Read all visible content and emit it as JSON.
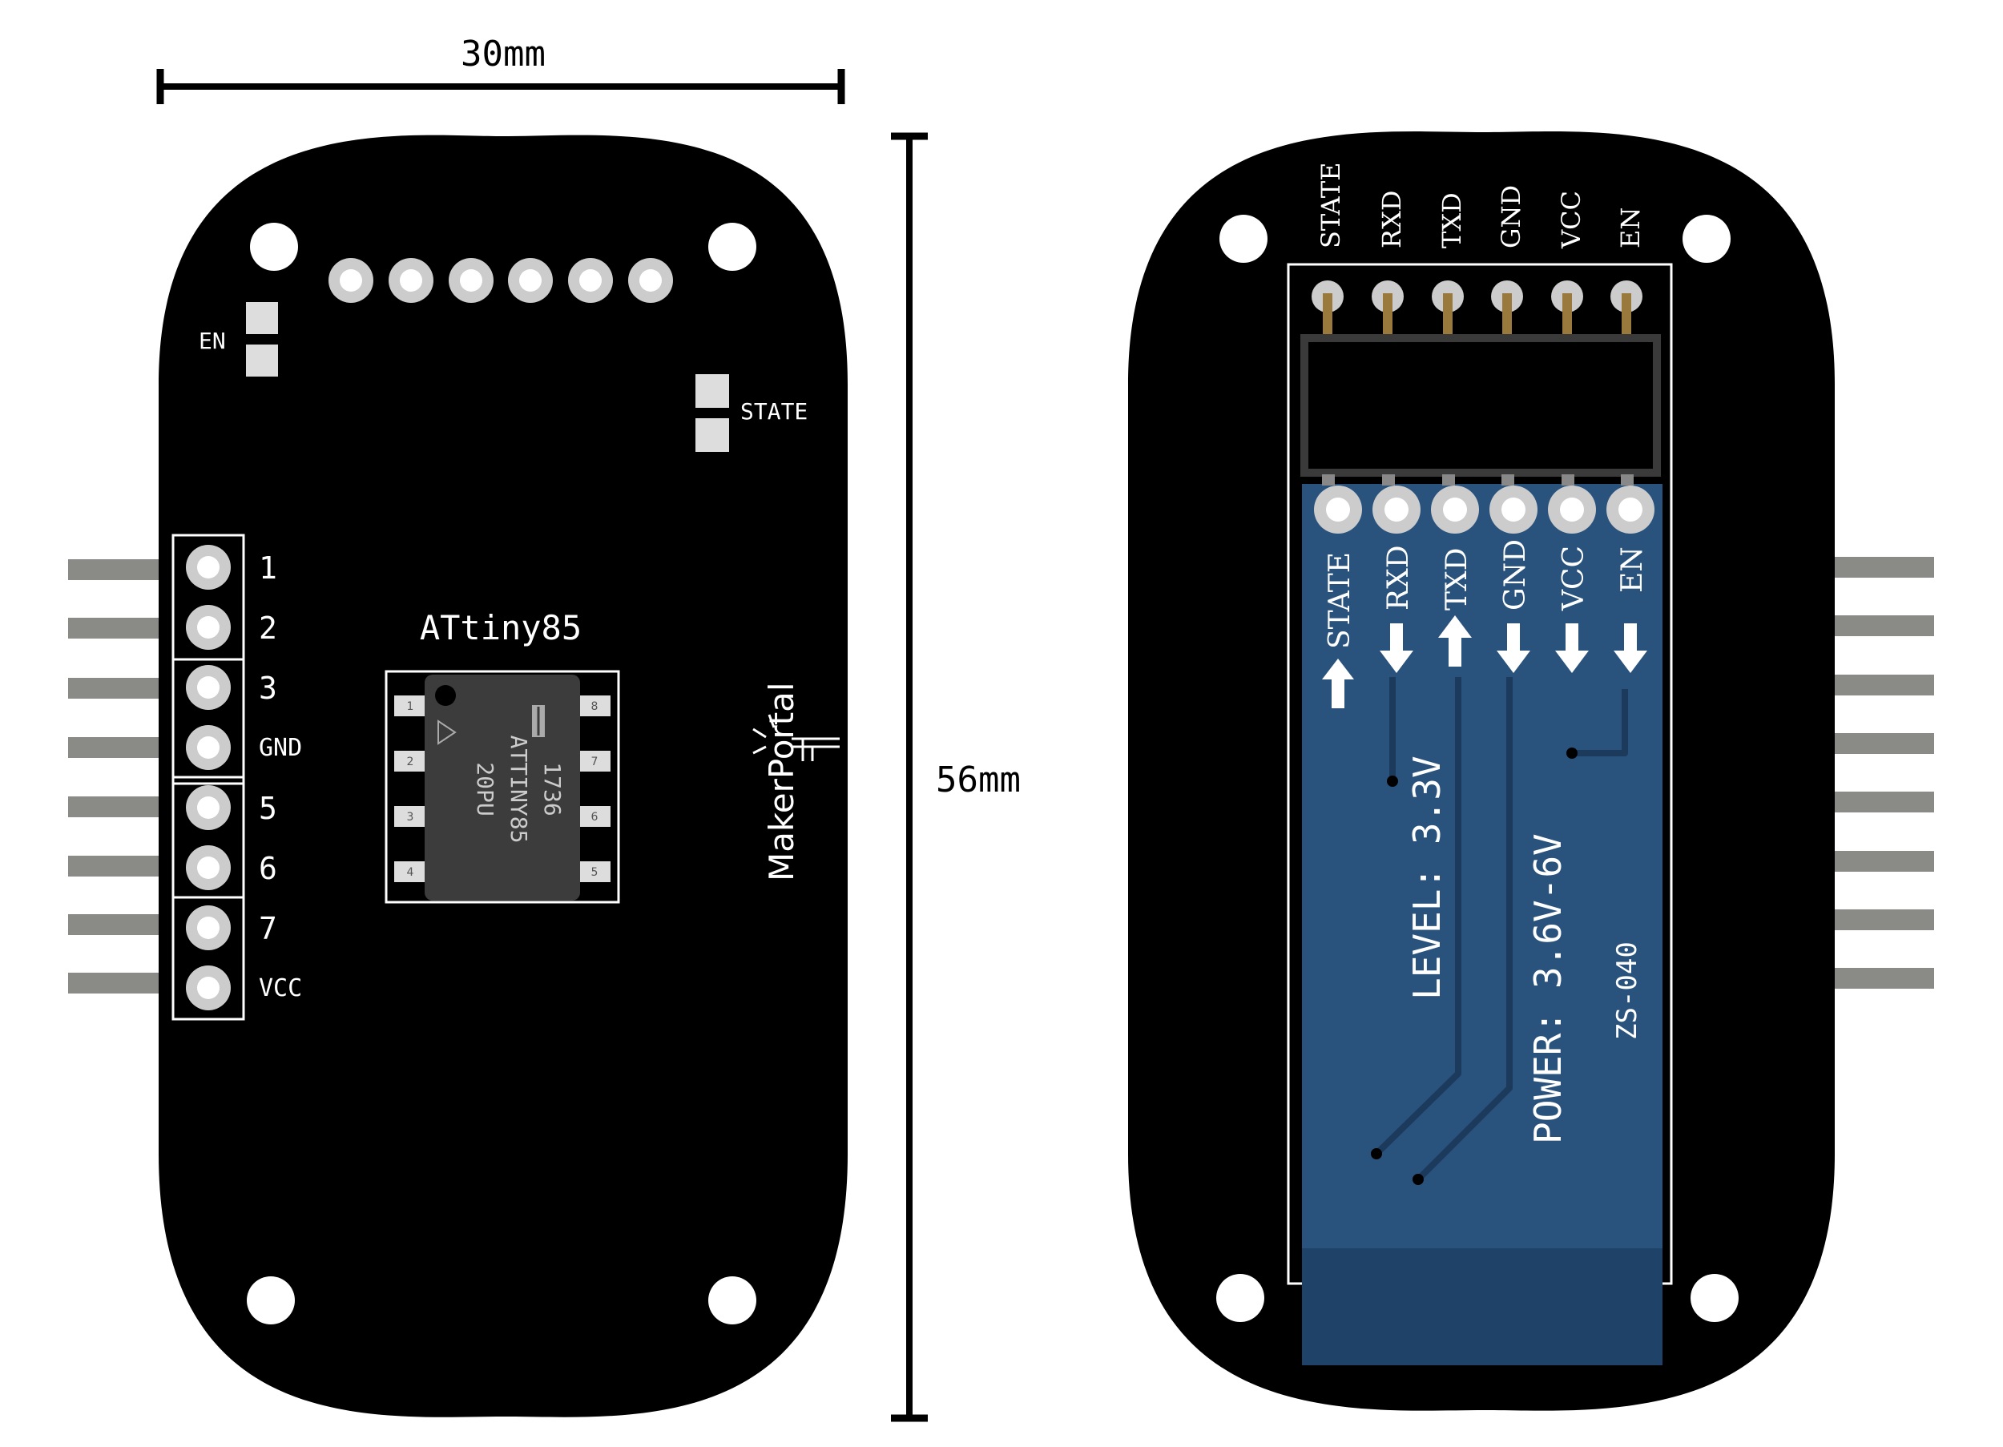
{
  "dimensions": {
    "width": "30mm",
    "height": "56mm"
  },
  "front": {
    "en_label": "EN",
    "state_label": "STATE",
    "chip_title": "ATtiny85",
    "chip_lines": [
      "1736",
      "ATTINY85",
      "20PU"
    ],
    "chip_pins_left": [
      "1",
      "2",
      "3",
      "4"
    ],
    "chip_pins_right": [
      "8",
      "7",
      "6",
      "5"
    ],
    "pin_labels": [
      "1",
      "2",
      "3",
      "GND",
      "5",
      "6",
      "7",
      "VCC"
    ],
    "brand": "MakerPortal"
  },
  "back": {
    "top_pins": [
      "STATE",
      "RXD",
      "TXD",
      "GND",
      "VCC",
      "EN"
    ],
    "module_pins": [
      "STATE",
      "RXD",
      "TXD",
      "GND",
      "VCC",
      "EN"
    ],
    "level_text": "LEVEL: 3.3V",
    "power_text": "POWER: 3.6V-6V",
    "model": "ZS-040"
  },
  "colors": {
    "pcb": "#000000",
    "pad": "#cccccc",
    "header_pin": "#8a8a86",
    "module_blue": "#29527d",
    "module_antenna": "#1f4268",
    "gold_pin": "#9a7a3c",
    "chip_body": "#3c3c3c"
  }
}
